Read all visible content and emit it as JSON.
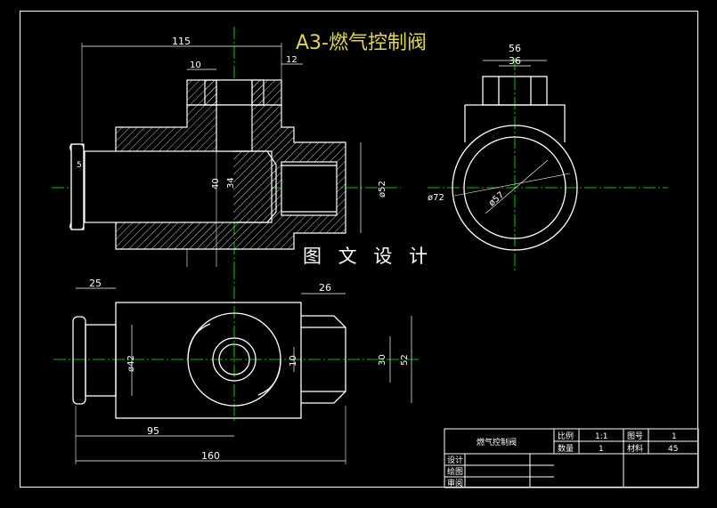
{
  "drawing": {
    "title": "A3-燃气控制阀",
    "watermark": "图 文 设 计"
  },
  "dimensions": {
    "front": {
      "d115": "115",
      "d10": "10",
      "d12": "12",
      "d40": "40",
      "d34": "34",
      "d52": "ø52",
      "d5": "5"
    },
    "side": {
      "d56": "56",
      "d36": "36",
      "d72": "ø72",
      "d57": "ø57"
    },
    "top": {
      "d25": "25",
      "d26": "26",
      "d42": "ø42",
      "d10": "10",
      "d30": "30",
      "d52": "52",
      "d95": "95",
      "d160": "160"
    }
  },
  "title_block": {
    "part_name": "燃气控制阀",
    "scale_label": "比例",
    "scale_value": "1:1",
    "drawing_no_label": "图号",
    "drawing_no_value": "1",
    "quantity_label": "数量",
    "quantity_value": "1",
    "material_label": "材料",
    "material_value": "45",
    "design_label": "设计",
    "draw_label": "绘图",
    "review_label": "审阅"
  },
  "colors": {
    "background": "#000000",
    "lines": "#ffffff",
    "centerline": "#00ff00",
    "title": "#e0d84a"
  }
}
